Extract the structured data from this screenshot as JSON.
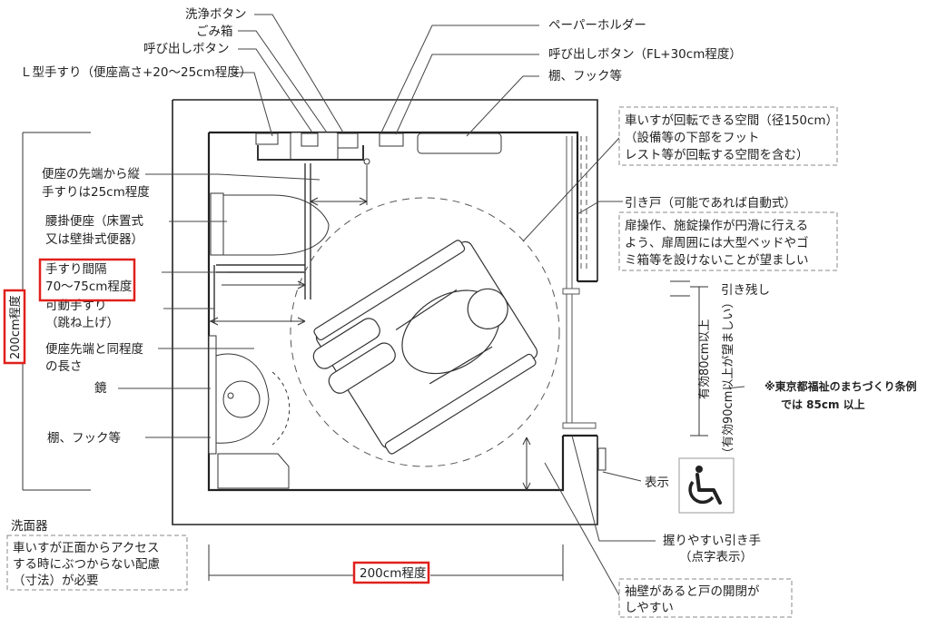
{
  "labels": {
    "wash_button": "洗浄ボタン",
    "trash_box": "ごみ箱",
    "call_button": "呼び出しボタン",
    "l_handrail": "Ｌ型手すり（便座高さ+20～25cm程度）",
    "paper_holder": "ペーパーホルダー",
    "call_button_fl": "呼び出しボタン（FL+30cm程度）",
    "shelf_hook_top": "棚、フック等",
    "seat_tip_line1": "便座の先端から縦",
    "seat_tip_line2": "手すりは25cm程度",
    "toilet_line1": "腰掛便座（床置式",
    "toilet_line2": "又は壁掛式便器）",
    "rail_gap_line1": "手すり間隔",
    "rail_gap_line2": "70～75cm程度",
    "movable_rail_line1": "可動手すり",
    "movable_rail_line2": "（跳ね上げ）",
    "same_length_line1": "便座先端と同程度",
    "same_length_line2": "の長さ",
    "mirror": "鏡",
    "shelf_hook_left": "棚、フック等",
    "sink": "洗面器",
    "height_dim": "200cm程度",
    "width_dim": "200cm程度",
    "sliding_door": "引き戸（可能であれば自動式）",
    "leftover": "引き残し",
    "effective_width": "有効80cm以上",
    "effective_width_pref": "（有効90cm以上が望ましい）",
    "tokyo_note_line1": "※東京都福祉のまちづくり条例",
    "tokyo_note_line2": "では 85cm 以上",
    "sign": "表示",
    "easy_handle_line1": "握りやすい引き手",
    "easy_handle_line2": "（点字表示）"
  },
  "notes": {
    "wheelchair_space": [
      "車いすが回転できる空間（径150cm）",
      "（設備等の下部をフット",
      "レスト等が回転する空間を含む）"
    ],
    "door_operation": [
      "扉操作、施錠操作が円滑に行える",
      "よう、扉周囲には大型ベッドやゴ",
      "ミ箱等を設けないことが望ましい"
    ],
    "sink_access": [
      "車いすが正面からアクセス",
      "する時にぶつからない配慮",
      "（寸法）が必要"
    ],
    "sleeve_wall": [
      "袖壁があると戸の開閉が",
      "しやすい"
    ]
  },
  "colors": {
    "line": "#222222",
    "highlight": "#e0201c",
    "dashed": "#8a8a8a"
  },
  "icons": {
    "accessibility": "wheelchair-symbol-icon"
  }
}
